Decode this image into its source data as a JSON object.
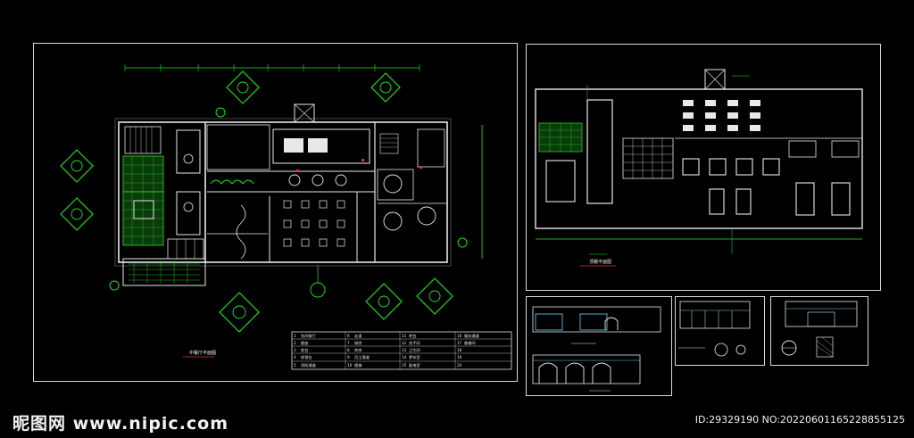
{
  "drawing_set": {
    "sheets": [
      {
        "id": "floor-plan",
        "title": "中餐厅平面图"
      },
      {
        "id": "ceiling-plan",
        "title": "顶棚平面图"
      },
      {
        "id": "elevation-a",
        "title": ""
      },
      {
        "id": "elevation-b",
        "title": ""
      },
      {
        "id": "detail-c",
        "title": ""
      }
    ],
    "legend_rows": [
      [
        "1",
        "包间餐厅",
        "6",
        "走道",
        "11",
        "吧台",
        "16",
        "服务通道"
      ],
      [
        "2",
        "散座",
        "7",
        "厨房",
        "12",
        "洗手间",
        "17",
        "备餐间"
      ],
      [
        "3",
        "前台",
        "8",
        "库房",
        "13",
        "卫生间",
        "18",
        ""
      ],
      [
        "4",
        "收银台",
        "9",
        "员工通道",
        "14",
        "更衣室",
        "19",
        ""
      ],
      [
        "5",
        "消防通道",
        "10",
        "楼梯",
        "15",
        "配电室",
        "20",
        ""
      ]
    ]
  },
  "watermark": {
    "site": "昵图网 www.nipic.com",
    "id_line": "ID:29329190 NO:20220601165228855125"
  },
  "colors": {
    "background": "#000000",
    "frame": "#d8d8d8",
    "cad_green": "#22e822",
    "cad_white": "#e8e8e8",
    "cad_cyan": "#6fd8ff",
    "cad_red": "#e83030"
  }
}
